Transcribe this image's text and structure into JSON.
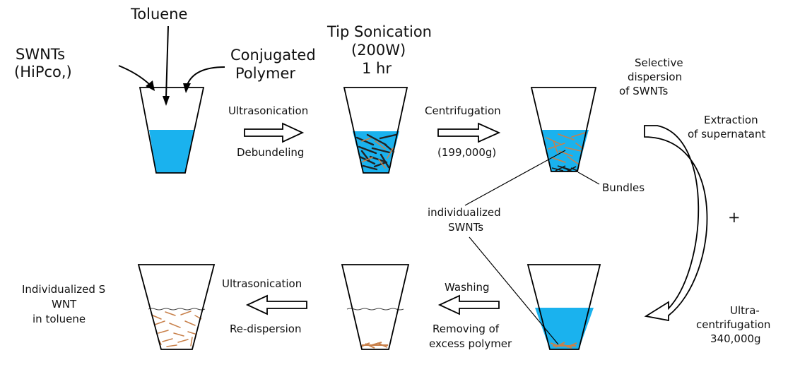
{
  "labels": {
    "toluene": "Toluene",
    "swnts_1": "SWNTs",
    "swnts_2": "(HiPco,)",
    "conjugated": "Conjugated",
    "polymer": "Polymer",
    "tip_sonication": "Tip Sonication",
    "power": "(200W)",
    "duration": "1 hr",
    "ultrasonication_top": "Ultrasonication",
    "debundeling": "Debundeling",
    "centrifugation": "Centrifugation",
    "g_force_1": "(199,000g)",
    "selective": "Selective",
    "dispersion_of": "dispersion",
    "of_swnts": "of SWNTs",
    "extraction": "Extraction",
    "of_supernatant": "of supernatant",
    "plus": "+",
    "bundles": "Bundles",
    "individualized": "individualized",
    "individualized_swnts": "SWNTs",
    "ultra": "Ultra-",
    "ultracentrifugation": "centrifugation",
    "g_force_2": "340,000g",
    "washing": "Washing",
    "removing_of": "Removing of",
    "excess_polymer": "excess polymer",
    "ultrasonication_bottom": "Ultrasonication",
    "re_dispersion": "Re-dispersion",
    "result_1": "Individualized S",
    "result_2": "WNT",
    "result_3": "in toluene"
  },
  "colors": {
    "solvent": "#1ab2ee",
    "nanotube": "#c8804a",
    "bundle": "#1a1a1a",
    "outline": "#000000"
  }
}
